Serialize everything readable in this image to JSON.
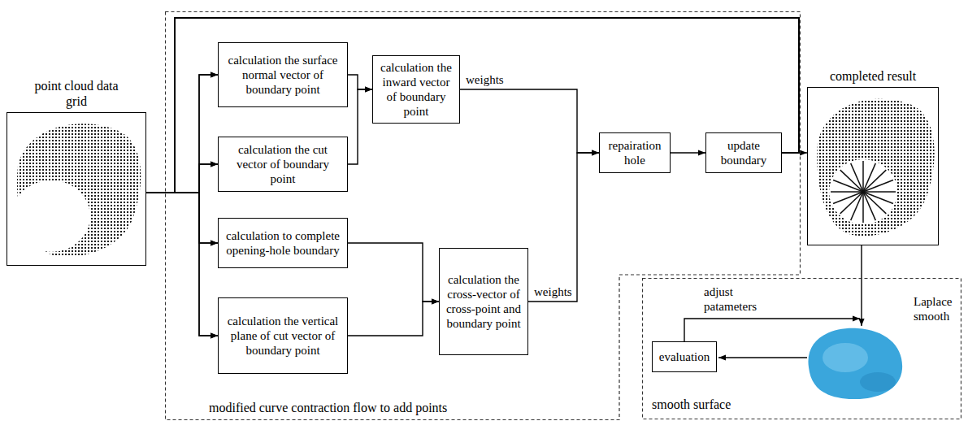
{
  "diagram": {
    "nodes": [
      {
        "text": [
          "point cloud data grid"
        ]
      },
      {
        "text": [
          "modified curve contraction flow to add points"
        ]
      },
      {
        "text": [
          "calculation the surface normal vector of boundary point"
        ],
        "in": 1
      },
      {
        "text": [
          "calculation the cut vector of boundary point"
        ],
        "in": 1
      },
      {
        "text": [
          "calculation the inward vector of boundary point"
        ],
        "in": 1
      },
      {
        "text": [
          "calculation to complete opening-hole boundary"
        ],
        "in": 1
      },
      {
        "text": [
          "calculation the vertical plane of cut vector of boundary point"
        ],
        "in": 1
      },
      {
        "text": [
          "calculation the cross-vector of cross-point and boundary point"
        ],
        "in": 1
      },
      {
        "text": [
          "repairation hole"
        ],
        "in": 1
      },
      {
        "text": [
          "update boundary"
        ],
        "in": 1
      },
      {
        "text": [
          "completed result"
        ]
      },
      {
        "text": [
          "smooth surface"
        ]
      },
      {
        "text": [
          "evaluation"
        ],
        "in": 11
      }
    ],
    "edges": [
      {
        "from": 0,
        "to": 2,
        "arrow": "to"
      },
      {
        "from": 0,
        "to": 3,
        "arrow": "to"
      },
      {
        "from": 0,
        "to": 5,
        "arrow": "to"
      },
      {
        "from": 0,
        "to": 6,
        "arrow": "to"
      },
      {
        "from": 9,
        "to": 2,
        "arrow": "to"
      },
      {
        "from": 9,
        "to": 3,
        "arrow": "to"
      },
      {
        "from": 9,
        "to": 5,
        "arrow": "to"
      },
      {
        "from": 9,
        "to": 6,
        "arrow": "to"
      },
      {
        "from": 2,
        "to": 4,
        "arrow": "to"
      },
      {
        "from": 3,
        "to": 4,
        "arrow": "to"
      },
      {
        "from": 5,
        "to": 7,
        "arrow": "to"
      },
      {
        "from": 6,
        "to": 7,
        "arrow": "to"
      },
      {
        "from": 4,
        "to": 8,
        "label": "weights",
        "arrow": "to"
      },
      {
        "from": 7,
        "to": 8,
        "label": "weights",
        "arrow": "to"
      },
      {
        "from": 8,
        "to": 9,
        "arrow": "to"
      },
      {
        "from": 9,
        "to": 10,
        "arrow": "to"
      }
    ],
    "labels": [
      "Laplace smooth",
      "adjust patameters"
    ]
  }
}
